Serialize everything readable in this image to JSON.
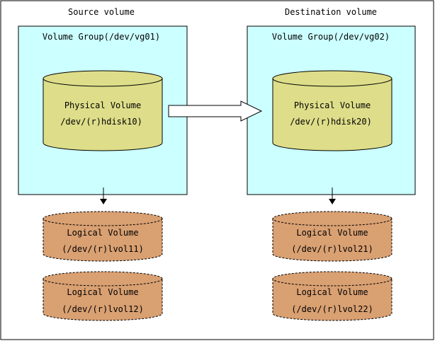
{
  "source": {
    "heading": "Source volume",
    "group_label": "Volume Group(/dev/vg01)",
    "physical_volume": {
      "line1": "Physical Volume",
      "line2": "/dev/(r)hdisk10)"
    },
    "logical_volumes": [
      {
        "line1": "Logical Volume",
        "line2": "(/dev/(r)lvol11)"
      },
      {
        "line1": "Logical Volume",
        "line2": "(/dev/(r)lvol12)"
      }
    ]
  },
  "destination": {
    "heading": "Destination volume",
    "group_label": "Volume Group(/dev/vg02)",
    "physical_volume": {
      "line1": "Physical Volume",
      "line2": "/dev/(r)hdisk20)"
    },
    "logical_volumes": [
      {
        "line1": "Logical Volume",
        "line2": "(/dev/(r)lvol21)"
      },
      {
        "line1": "Logical Volume",
        "line2": "(/dev/(r)lvol22)"
      }
    ]
  },
  "colors": {
    "group_fill": "#ccffff",
    "physical_fill": "#dede8a",
    "logical_fill": "#d9a072",
    "border": "#000000"
  }
}
